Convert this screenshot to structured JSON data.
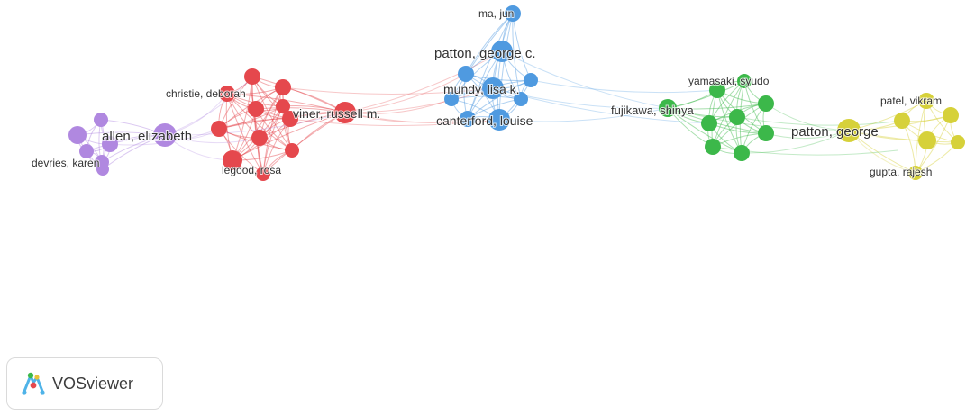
{
  "clusters": [
    {
      "id": "purple",
      "color": "#b088e0"
    },
    {
      "id": "red",
      "color": "#e5484d"
    },
    {
      "id": "blue",
      "color": "#4f9ae0"
    },
    {
      "id": "green",
      "color": "#3cb84a"
    },
    {
      "id": "yellow",
      "color": "#d6d13a"
    }
  ],
  "nodes": [
    {
      "id": "p-allen",
      "label": "allen, elizabeth",
      "cluster": "purple"
    },
    {
      "id": "p-devries",
      "label": "devries, karen",
      "cluster": "purple"
    },
    {
      "id": "p3",
      "label": "",
      "cluster": "purple"
    },
    {
      "id": "p4",
      "label": "",
      "cluster": "purple"
    },
    {
      "id": "p5",
      "label": "",
      "cluster": "purple"
    },
    {
      "id": "p6",
      "label": "",
      "cluster": "purple"
    },
    {
      "id": "p7",
      "label": "",
      "cluster": "purple"
    },
    {
      "id": "r-viner",
      "label": "viner, russell m.",
      "cluster": "red"
    },
    {
      "id": "r-christie",
      "label": "christie, deborah",
      "cluster": "red"
    },
    {
      "id": "r-legood",
      "label": "legood, rosa",
      "cluster": "red"
    },
    {
      "id": "r4",
      "label": "",
      "cluster": "red"
    },
    {
      "id": "r5",
      "label": "",
      "cluster": "red"
    },
    {
      "id": "r6",
      "label": "",
      "cluster": "red"
    },
    {
      "id": "r7",
      "label": "",
      "cluster": "red"
    },
    {
      "id": "r8",
      "label": "",
      "cluster": "red"
    },
    {
      "id": "r9",
      "label": "",
      "cluster": "red"
    },
    {
      "id": "r10",
      "label": "",
      "cluster": "red"
    },
    {
      "id": "r11",
      "label": "",
      "cluster": "red"
    },
    {
      "id": "r12",
      "label": "",
      "cluster": "red"
    },
    {
      "id": "b-majun",
      "label": "ma, jun",
      "cluster": "blue"
    },
    {
      "id": "b-pattonc",
      "label": "patton, george c.",
      "cluster": "blue"
    },
    {
      "id": "b-mundy",
      "label": "mundy, lisa k.",
      "cluster": "blue"
    },
    {
      "id": "b-canterford",
      "label": "canterford, louise",
      "cluster": "blue"
    },
    {
      "id": "b5",
      "label": "",
      "cluster": "blue"
    },
    {
      "id": "b6",
      "label": "",
      "cluster": "blue"
    },
    {
      "id": "b7",
      "label": "",
      "cluster": "blue"
    },
    {
      "id": "b8",
      "label": "",
      "cluster": "blue"
    },
    {
      "id": "b9",
      "label": "",
      "cluster": "blue"
    },
    {
      "id": "g-fujikawa",
      "label": "fujikawa, shinya",
      "cluster": "green"
    },
    {
      "id": "g-yamasaki",
      "label": "yamasaki, syudo",
      "cluster": "green"
    },
    {
      "id": "g3",
      "label": "",
      "cluster": "green"
    },
    {
      "id": "g4",
      "label": "",
      "cluster": "green"
    },
    {
      "id": "g5",
      "label": "",
      "cluster": "green"
    },
    {
      "id": "g6",
      "label": "",
      "cluster": "green"
    },
    {
      "id": "g7",
      "label": "",
      "cluster": "green"
    },
    {
      "id": "g8",
      "label": "",
      "cluster": "green"
    },
    {
      "id": "g9",
      "label": "",
      "cluster": "green"
    },
    {
      "id": "y-patton",
      "label": "patton, george",
      "cluster": "yellow"
    },
    {
      "id": "y-patel",
      "label": "patel, vikram",
      "cluster": "yellow"
    },
    {
      "id": "y-gupta",
      "label": "gupta, rajesh",
      "cluster": "yellow"
    },
    {
      "id": "y4",
      "label": "",
      "cluster": "yellow"
    },
    {
      "id": "y5",
      "label": "",
      "cluster": "yellow"
    },
    {
      "id": "y6",
      "label": "",
      "cluster": "yellow"
    },
    {
      "id": "y7",
      "label": "",
      "cluster": "yellow"
    }
  ],
  "brand": {
    "name": "VOSviewer",
    "icon": "vosviewer-logo-icon"
  }
}
